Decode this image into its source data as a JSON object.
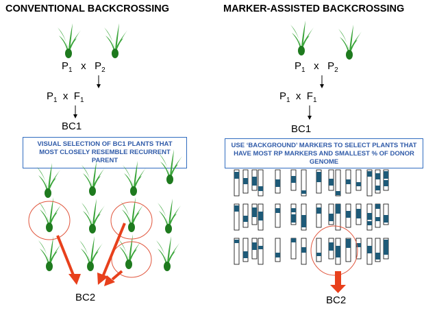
{
  "left": {
    "heading": "CONVENTIONAL BACKCROSSING",
    "p1": "P",
    "p1_sub": "1",
    "x1": "x",
    "p2": "P",
    "p2_sub": "2",
    "p1b": "P",
    "p1b_sub": "1",
    "x2": "x",
    "f1": "F",
    "f1_sub": "1",
    "bc1": "BC1",
    "box_text": "VISUAL SELECTION OF BC1 PLANTS THAT MOST CLOSELY RESEMBLE RECURRENT PARENT",
    "bc2": "BC2"
  },
  "right": {
    "heading": "MARKER-ASSISTED BACKCROSSING",
    "p1": "P",
    "p1_sub": "1",
    "x1": "x",
    "p2": "P",
    "p2_sub": "2",
    "p1b": "P",
    "p1b_sub": "1",
    "x2": "x",
    "f1": "F",
    "f1_sub": "1",
    "bc1": "BC1",
    "box_text": "USE ‘BACKGROUND’ MARKERS TO SELECT PLANTS THAT HAVE MOST RP MARKERS AND SMALLEST % OF DONOR GENOME",
    "bc2": "BC2"
  },
  "colors": {
    "heading": "#2a3a8a",
    "plant_leaf": "#3aa53a",
    "plant_dark": "#1e7a1e",
    "circle": "#e0533a",
    "arrow": "#e8401c",
    "chromosome_fill": "#1e5a78",
    "box_border": "#2f6bbf",
    "box_text": "#2f5aa8"
  }
}
